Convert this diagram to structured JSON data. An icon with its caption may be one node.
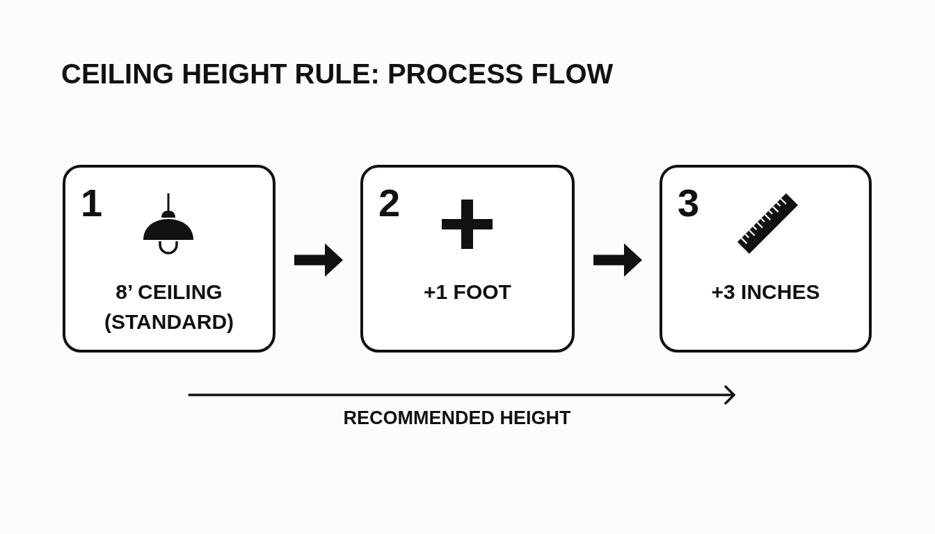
{
  "diagram": {
    "title": "CEILING HEIGHT RULE: PROCESS FLOW",
    "nodes": [
      {
        "text": [
          "1",
          "8’ CEILING (STANDARD)"
        ]
      },
      {
        "text": [
          "2",
          "+1 FOOT"
        ]
      },
      {
        "text": [
          "3",
          "+3 INCHES"
        ]
      }
    ],
    "edges": [
      {
        "from": 0,
        "to": 1,
        "arrow": "to"
      },
      {
        "from": 1,
        "to": 2,
        "arrow": "to"
      }
    ],
    "labels": [
      "RECOMMENDED HEIGHT"
    ]
  }
}
